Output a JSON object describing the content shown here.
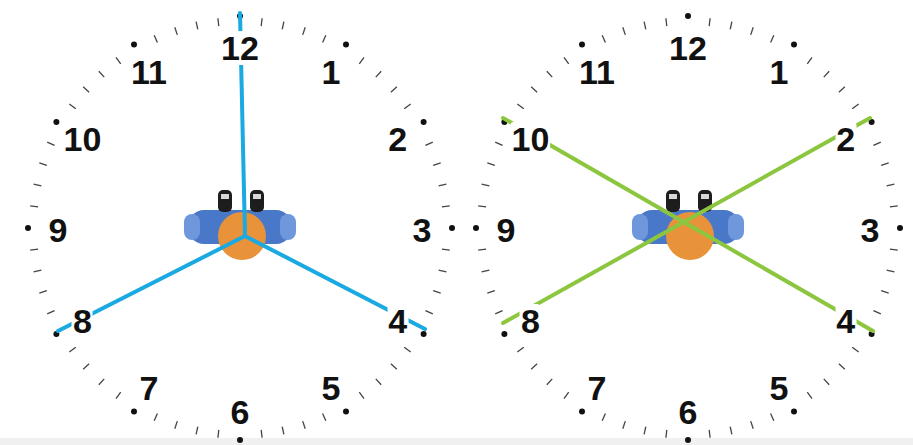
{
  "diagram": {
    "labels": [
      "1",
      "2",
      "3",
      "4",
      "5",
      "6",
      "7",
      "8",
      "9",
      "10",
      "11",
      "12",
      "1",
      "2",
      "3",
      "4",
      "5",
      "6",
      "7",
      "8",
      "9",
      "10",
      "11",
      "12"
    ]
  }
}
